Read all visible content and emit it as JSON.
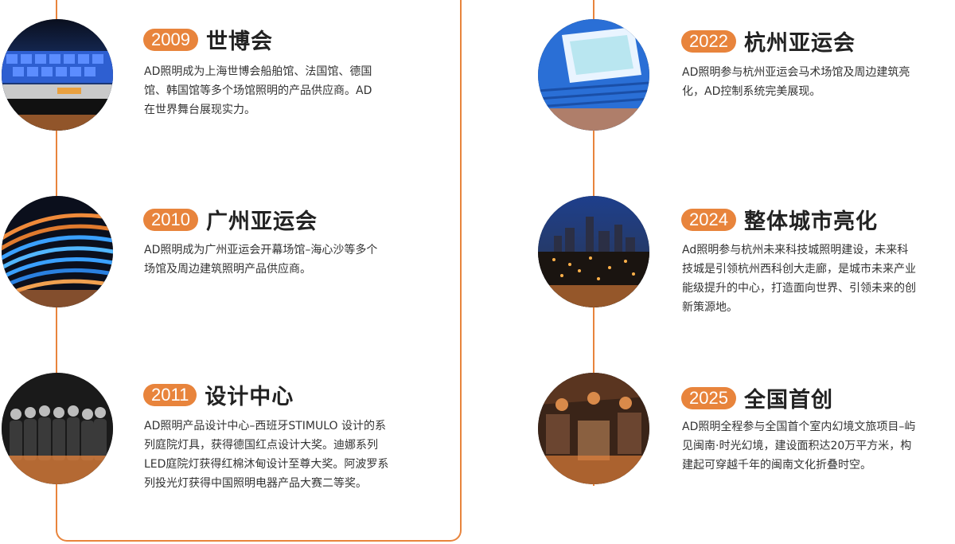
{
  "left_column": [
    {
      "year": "2009",
      "title": "世博会",
      "description": "AD照明成为上海世博会船舶馆、法国馆、德国馆、韩国馆等多个场馆照明的产品供应商。AD在世界舞台展现实力。",
      "image": "expo-pavilion-blue-lights"
    },
    {
      "year": "2010",
      "title": "广州亚运会",
      "description": "AD照明成为广州亚运会开幕场馆–海心沙等多个场馆及周边建筑照明产品供应商。",
      "image": "curved-building-led-lights"
    },
    {
      "year": "2011",
      "title": "设计中心",
      "description": "AD照明产品设计中心–西班牙STIMULO 设计的系列庭院灯具，获得德国红点设计大奖。迪娜系列LED庭院灯获得红棉沐甸设计至尊大奖。阿波罗系列投光灯获得中国照明电器产品大赛二等奖。",
      "image": "design-team-group-photo"
    }
  ],
  "right_column": [
    {
      "year": "2022",
      "title": "杭州亚运会",
      "description": "AD照明参与杭州亚运会马术场馆及周边建筑亮化，AD控制系统完美展现。",
      "image": "equestrian-venue-aerial"
    },
    {
      "year": "2024",
      "title": "整体城市亮化",
      "description": "Ad照明参与杭州未来科技城照明建设，未来科技城是引领杭州西科创大走廊，是城市未来产业能级提升的中心，打造面向世界、引领未来的创新策源地。",
      "image": "city-night-skyline"
    },
    {
      "year": "2025",
      "title": "全国首创",
      "description": "AD照明全程参与全国首个室内幻境文旅项目–屿见闽南·时光幻境，建设面积达20万平方米，构建起可穿越千年的闽南文化折叠时空。",
      "image": "indoor-cultural-street"
    }
  ],
  "colors": {
    "accent": "#e8843c",
    "text": "#333333",
    "title": "#222222"
  }
}
